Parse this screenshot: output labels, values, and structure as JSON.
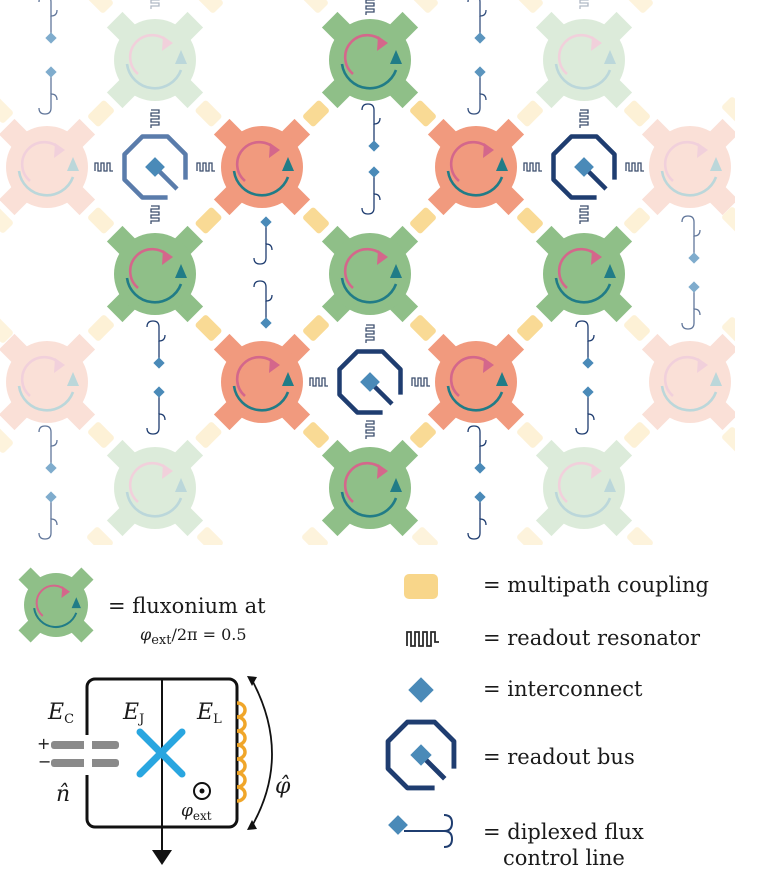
{
  "legend": {
    "fluxonium_label": "= fluxonium at",
    "fluxonium_condition_var": "φ",
    "fluxonium_condition_sub": "ext",
    "fluxonium_condition_rest": "/2π = 0.5",
    "multipath_label": "= multipath coupling",
    "readout_resonator_label": "= readout resonator",
    "interconnect_label": "= interconnect",
    "readout_bus_label": "= readout bus",
    "flux_line_label_1": "= diplexed flux",
    "flux_line_label_2": "control line"
  },
  "circuit": {
    "ec_var": "E",
    "ec_sub": "C",
    "ej_var": "E",
    "ej_sub": "J",
    "el_var": "E",
    "el_sub": "L",
    "n_hat": "n̂",
    "phi_hat": "φ̂",
    "phi_ext_var": "φ",
    "phi_ext_sub": "ext",
    "plus": "+",
    "minus": "−"
  },
  "colors": {
    "green": "#8fbf88",
    "green_dark": "#74ab6e",
    "red": "#f19a7e",
    "yellow": "#f8d68a",
    "navy": "#1f3d70",
    "blue_light": "#4a8ab8",
    "pink": "#d4678b",
    "teal": "#217c87",
    "cross": "#29a6e0",
    "inductor": "#f0a62a",
    "cap": "#8a8a8a"
  }
}
